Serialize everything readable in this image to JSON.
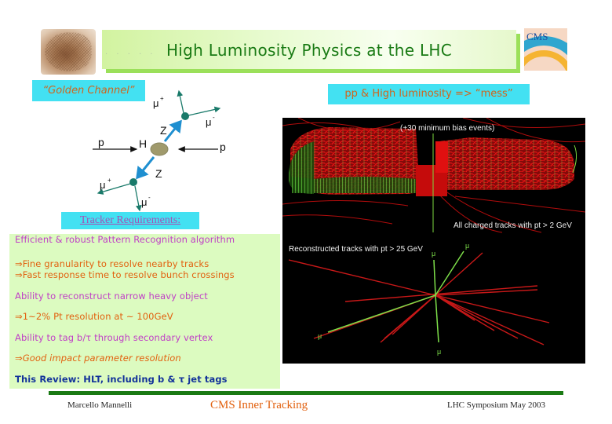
{
  "header": {
    "title": "High Luminosity Physics at the LHC",
    "left_logo": "detector-photo-logo",
    "right_logo": {
      "name": "cms-logo",
      "text": "CMS"
    }
  },
  "callouts": {
    "golden_channel": "“Golden Channel”",
    "mess": "pp & High luminosity => “mess”",
    "tracker_requirements": "Tracker Requirements:"
  },
  "diagram": {
    "labels": {
      "mu_plus_top": "μ",
      "mu_plus_top_sup": "+",
      "mu_minus_top": "μ",
      "mu_minus_top_sup": "-",
      "z_top": "Z",
      "h": "H",
      "p_left": "p",
      "p_right": "p",
      "z_bottom": "Z",
      "mu_plus_bottom": "μ",
      "mu_plus_bottom_sup": "+",
      "mu_minus_bottom": "μ",
      "mu_minus_bottom_sup": "-"
    },
    "colors": {
      "z_arrow": "#1f8fd0",
      "muon": "#1a7a6a",
      "higgs": "#a09a6c",
      "proton": "#111111"
    }
  },
  "requirements": [
    {
      "text": "Efficient & robust Pattern Recognition algorithm",
      "color": "purple"
    },
    {
      "text": "⇒Fine granularity to resolve nearby tracks",
      "color": "orange"
    },
    {
      "text": "⇒Fast response time to resolve bunch crossings",
      "color": "orange"
    },
    {
      "text": "Ability to reconstruct narrow heavy object",
      "color": "purple"
    },
    {
      "text": "⇒1~2% Pt resolution at ~ 100GeV",
      "color": "orange"
    },
    {
      "text": "Ability to tag b/τ through secondary vertex",
      "color": "purple"
    },
    {
      "text": "⇒Good impact parameter resolution",
      "color": "orange"
    },
    {
      "text": "This Review: HLT, including b & τ jet tags",
      "color": "blue"
    }
  ],
  "event_display": {
    "top_caption": "(+30 minimum bias events)",
    "top_label": "All charged tracks with pt > 2 GeV",
    "bottom_label": "Reconstructed tracks with pt > 25 GeV",
    "muon_labels": [
      "μ",
      "μ",
      "μ",
      "μ"
    ]
  },
  "footer": {
    "author": "Marcello Mannelli",
    "title": "CMS Inner Tracking",
    "event": "LHC Symposium May 2003"
  },
  "colors": {
    "banner_text": "#197a14",
    "callout_bg": "#43e1f2",
    "callout_text": "#d0651c",
    "req_bg": "#dcfbc0",
    "req_purple": "#c03fc6",
    "req_orange": "#e2610f",
    "req_blue": "#13339a",
    "footer_line": "#1a7a14"
  }
}
